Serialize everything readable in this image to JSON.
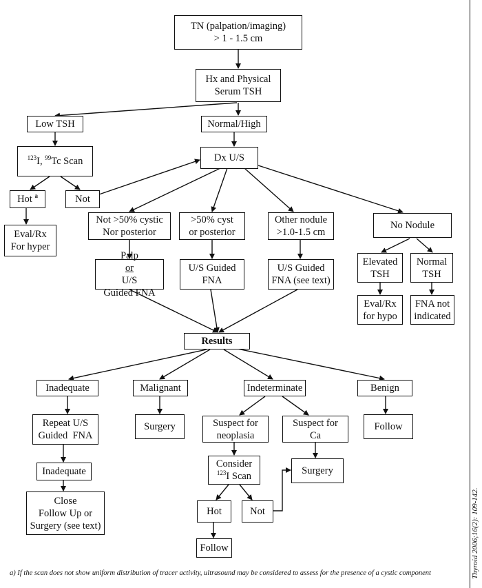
{
  "nodes": {
    "tn": {
      "line1": "TN (palpation/imaging)",
      "line2": "> 1 - 1.5 cm"
    },
    "hx": {
      "line1": "Hx and Physical",
      "line2": "Serum TSH"
    },
    "low_tsh": "Low TSH",
    "normal_high": "Normal/High",
    "scan": {
      "sup1": "123",
      "text1": "I, ",
      "sup2": "99",
      "text2": "Tc Scan"
    },
    "hot": {
      "text": "Hot",
      "mark": "a"
    },
    "not1": "Not",
    "eval_hyper": {
      "line1": "Eval/Rx",
      "line2": "For hyper"
    },
    "dx_us": "Dx U/S",
    "not50": {
      "line1": "Not >50% cystic",
      "line2": "Nor posterior"
    },
    "gt50": {
      "line1": ">50% cyst",
      "line2": "or posterior"
    },
    "other": {
      "line1": "Other nodule",
      "line2": ">1.0-1.5 cm"
    },
    "no_nodule": "No Nodule",
    "palp": {
      "text1": "Palp ",
      "underline": "or",
      "text2": " U/S",
      "line2": "Guided FNA"
    },
    "us_fna": {
      "line1": "U/S Guided",
      "line2": "FNA"
    },
    "us_fna_text": {
      "line1": "U/S Guided",
      "line2": "FNA (see text)"
    },
    "elevated": {
      "line1": "Elevated",
      "line2": "TSH"
    },
    "normal_tsh": {
      "line1": "Normal",
      "line2": "TSH"
    },
    "eval_hypo": {
      "line1": "Eval/Rx",
      "line2": "for hypo"
    },
    "fna_not": {
      "line1": "FNA not",
      "line2": "indicated"
    },
    "results": "Results",
    "inadequate": "Inadequate",
    "malignant": "Malignant",
    "indeterminate": "Indeterminate",
    "benign": "Benign",
    "repeat": {
      "line1": "Repeat U/S",
      "line2": "Guided  FNA"
    },
    "surgery1": "Surgery",
    "suspect_neo": {
      "line1": "Suspect for",
      "line2": "neoplasia"
    },
    "suspect_ca": {
      "line1": "Suspect for",
      "line2": "Ca"
    },
    "follow1": "Follow",
    "inadequate2": "Inadequate",
    "consider": {
      "line1": "Consider",
      "sup": "123",
      "line2": "I Scan"
    },
    "surgery2": "Surgery",
    "close": {
      "line1": "Close",
      "line2": "Follow Up or",
      "line3": "Surgery (see text)"
    },
    "hot2": "Hot",
    "not2": "Not",
    "follow2": "Follow"
  },
  "footnote": "a) If the scan does not show uniform distribution of tracer activity, ultrasound may be considered to assess for the presence of a cystic component",
  "citation": "Thyroid 2006;16(2): 109-142."
}
